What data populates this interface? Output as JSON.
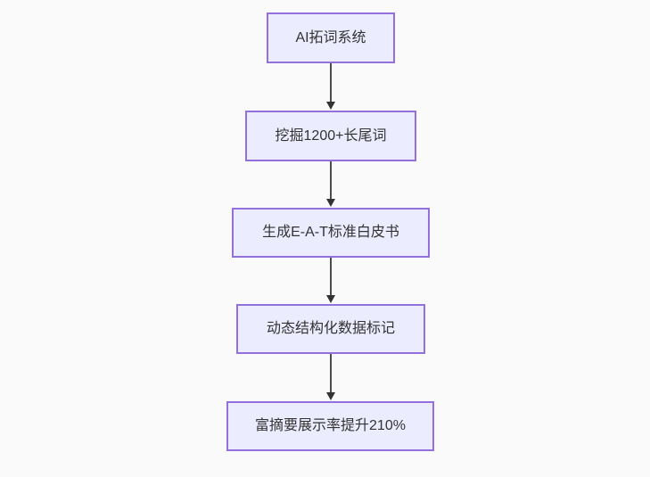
{
  "diagram": {
    "type": "flowchart",
    "direction": "top-down",
    "nodes": [
      {
        "id": "A",
        "label": "AI拓词系统"
      },
      {
        "id": "B",
        "label": "挖掘1200+长尾词"
      },
      {
        "id": "C",
        "label": "生成E-A-T标准白皮书"
      },
      {
        "id": "D",
        "label": "动态结构化数据标记"
      },
      {
        "id": "E",
        "label": "富摘要展示率提升210%"
      }
    ],
    "edges": [
      {
        "from": "A",
        "to": "B",
        "arrow": "down"
      },
      {
        "from": "B",
        "to": "C",
        "arrow": "down"
      },
      {
        "from": "C",
        "to": "D",
        "arrow": "down"
      },
      {
        "from": "D",
        "to": "E",
        "arrow": "down"
      }
    ]
  },
  "theme": {
    "background": "#fafafa",
    "node_fill": "#ECECFF",
    "node_border": "#9370DB",
    "text_color": "#333333",
    "arrow_line": "#4d4d4d",
    "arrow_head": "#333333"
  }
}
